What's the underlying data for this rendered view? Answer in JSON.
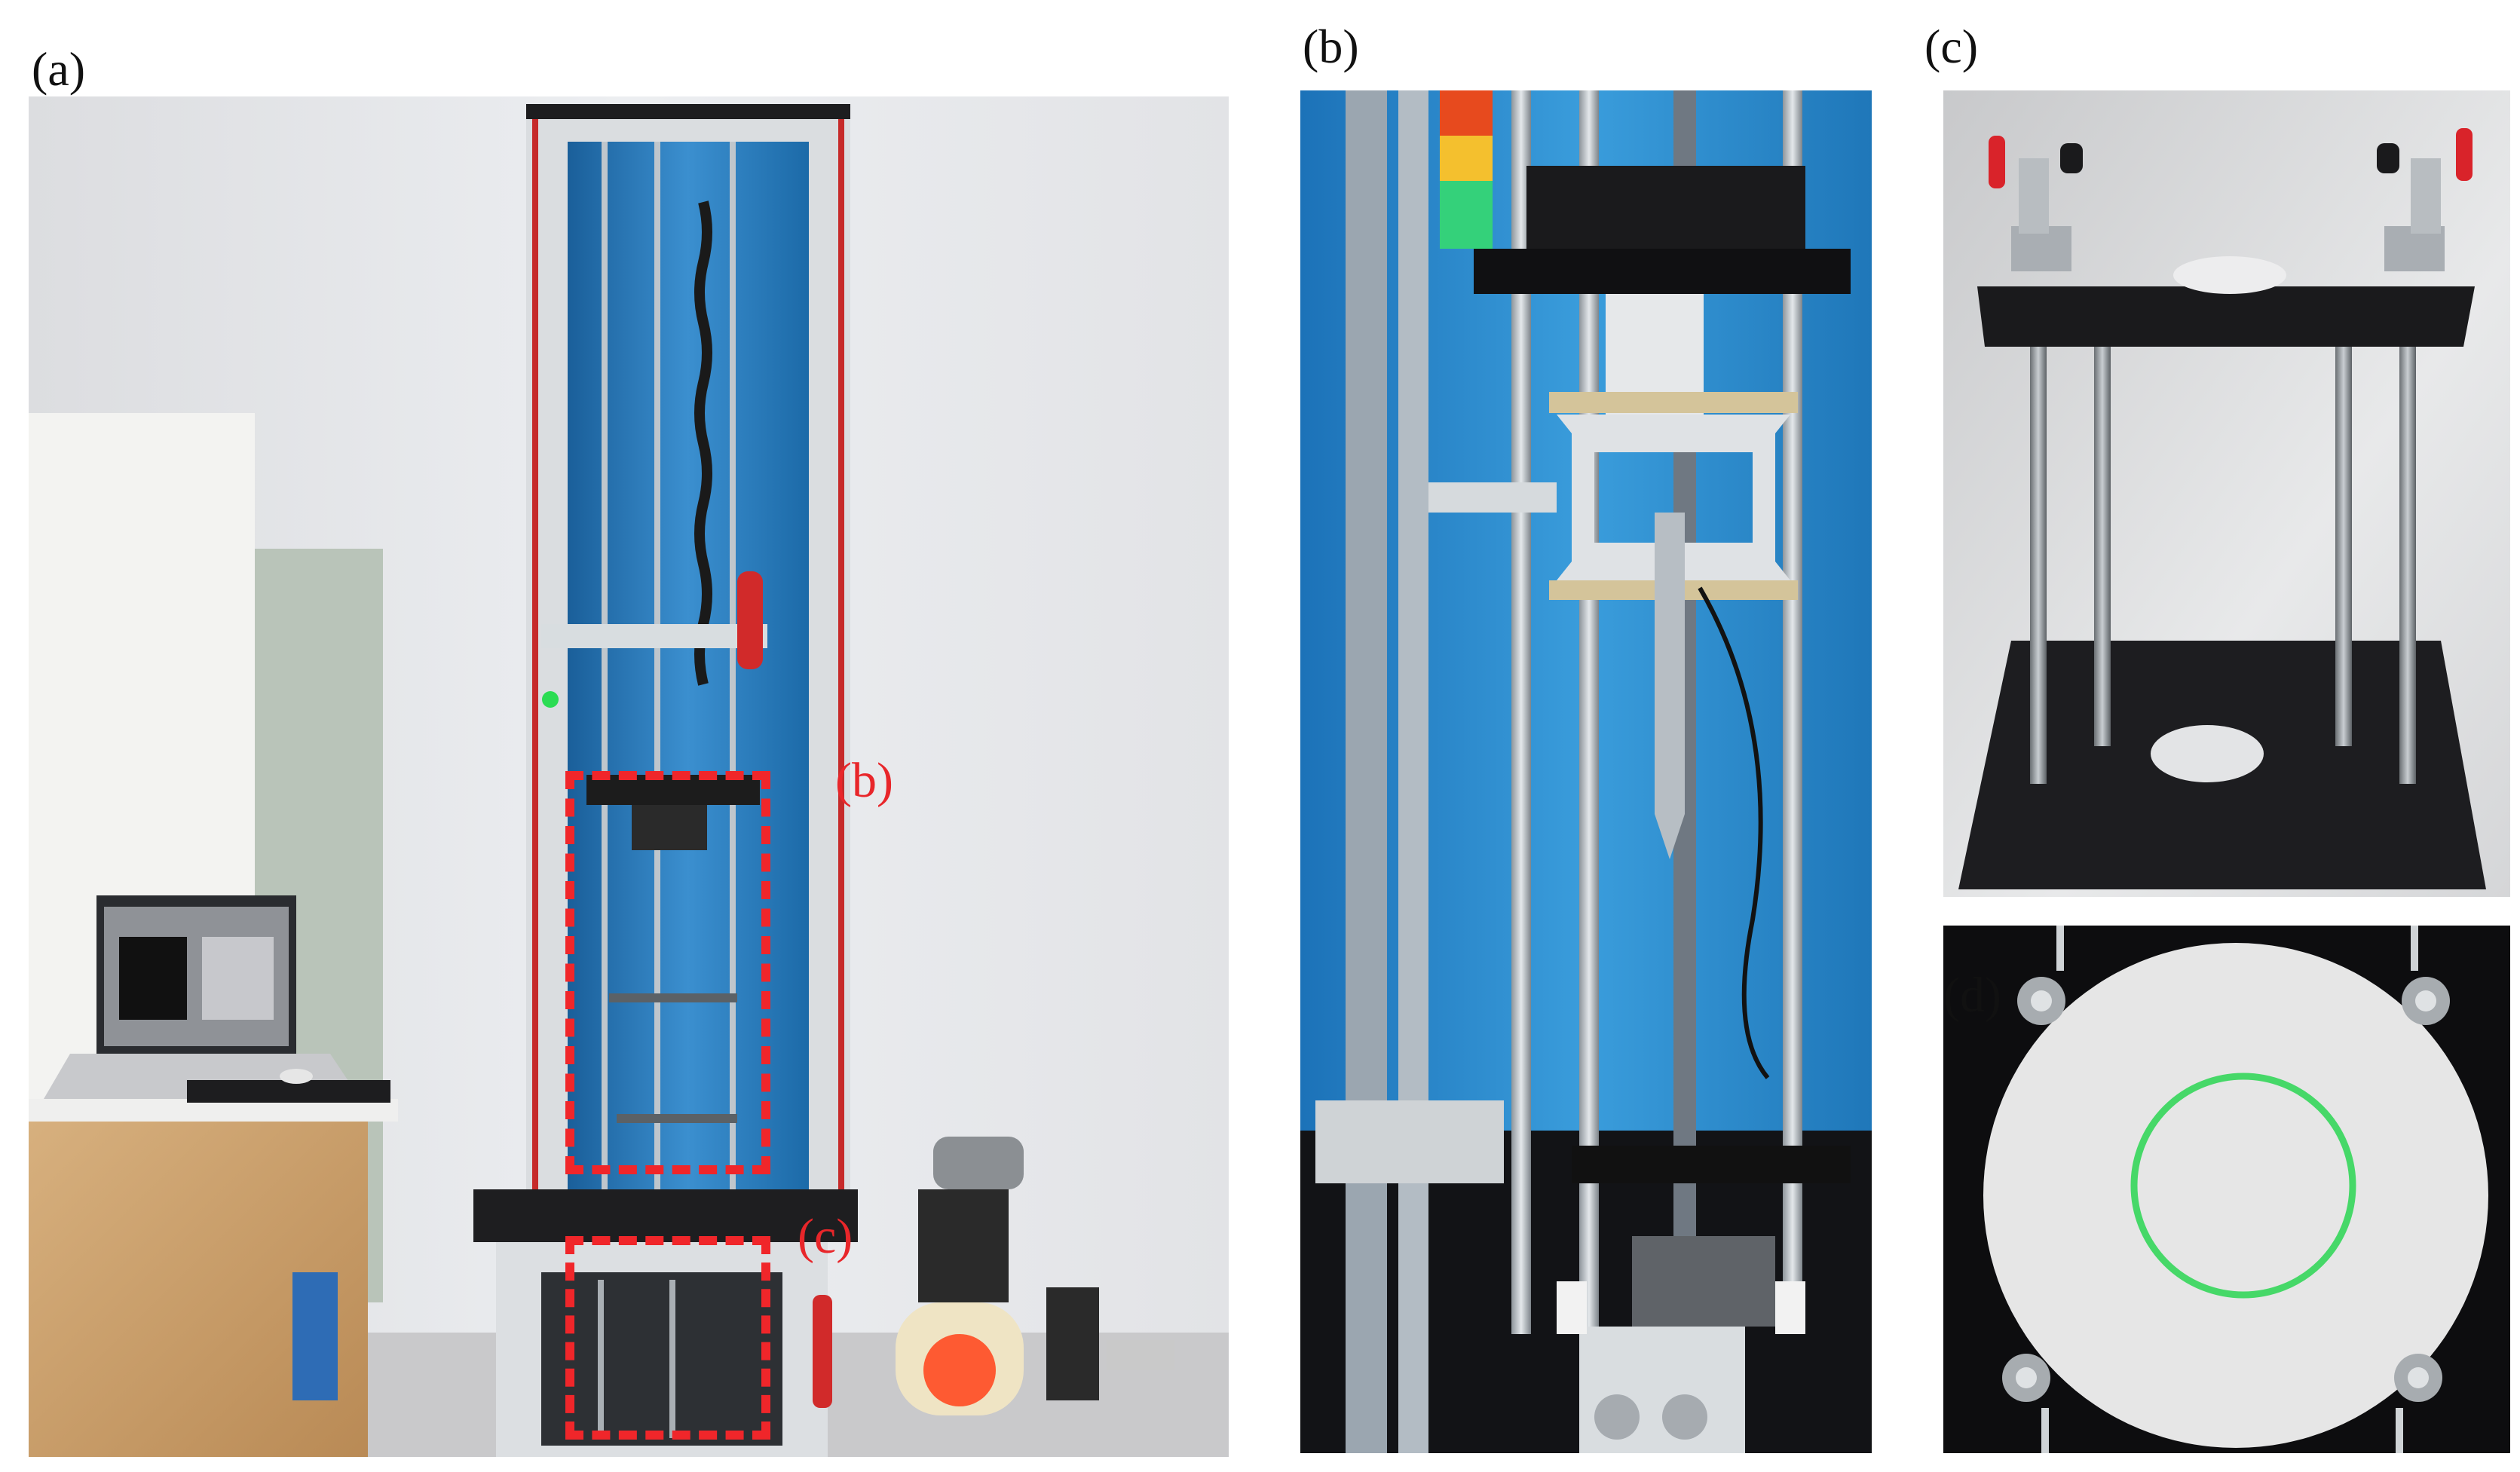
{
  "figure": {
    "panels": [
      {
        "id": "a",
        "label": "(a)"
      },
      {
        "id": "b",
        "label": "(b)"
      },
      {
        "id": "c",
        "label": "(c)"
      },
      {
        "id": "d",
        "label": "(d)"
      }
    ],
    "callouts": [
      {
        "id": "b",
        "label": "(b)"
      },
      {
        "id": "c",
        "label": "(c)"
      }
    ]
  },
  "colors": {
    "callout": "#f0262a",
    "wall": "#e6e7ea",
    "panel_blue": "#1f6fb3",
    "plate": "#1a1a1c",
    "specimen": "#e7e7e7",
    "ring": "#34d65a"
  }
}
